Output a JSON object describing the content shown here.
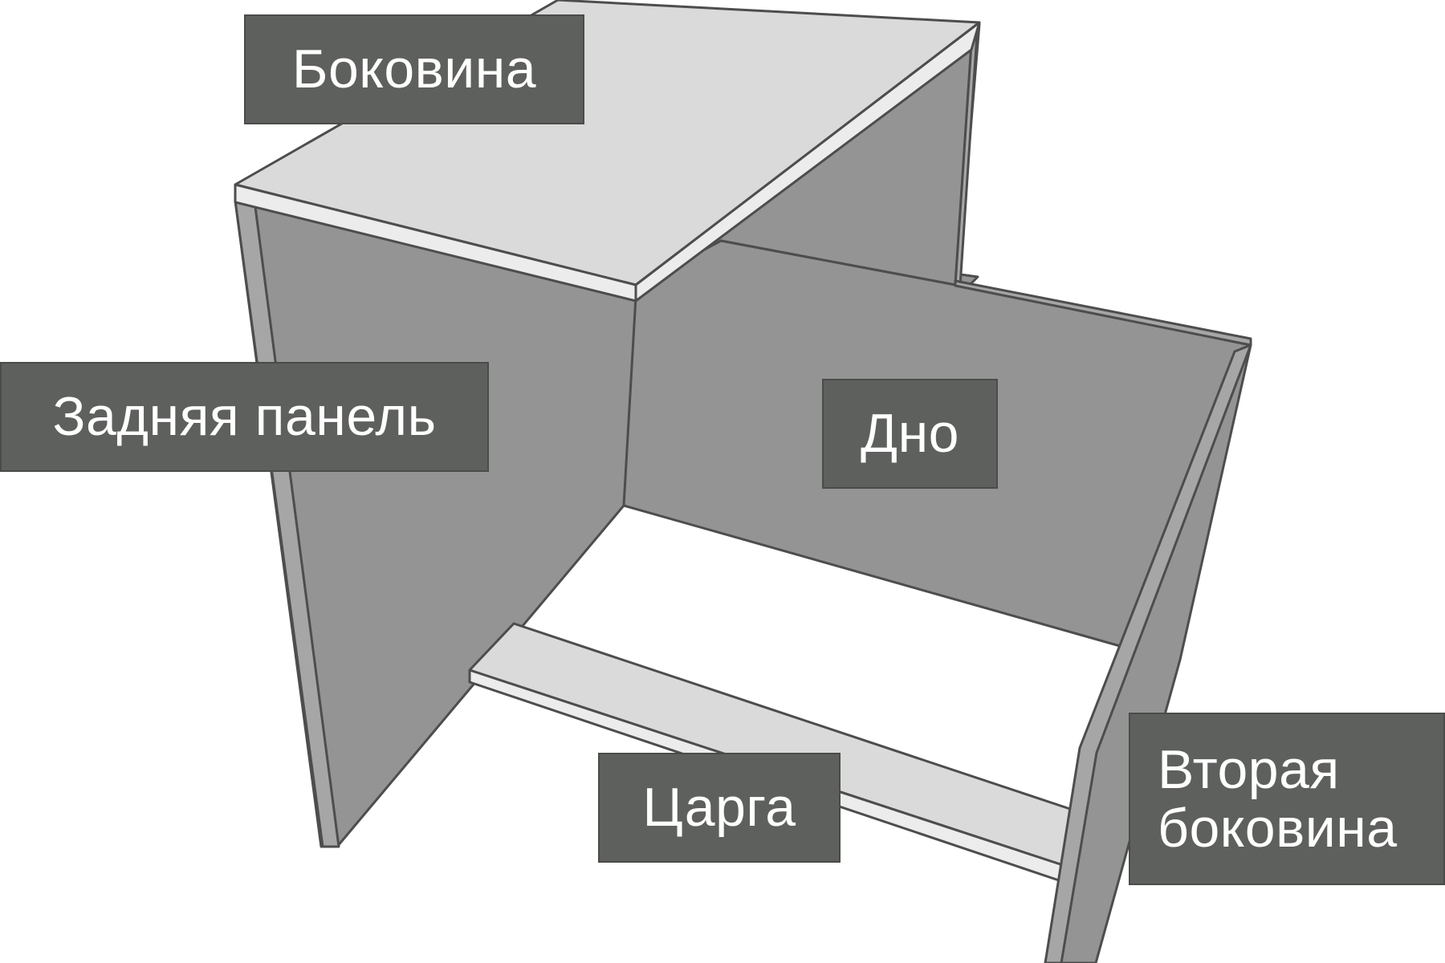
{
  "colors": {
    "panel_dark": "#949494",
    "panel_edge": "#a6a6a6",
    "panel_light": "#dadada",
    "outline": "#4d4d4d",
    "label_background": "#5e605d",
    "label_text": "#ffffff"
  },
  "labels": {
    "side": "Боковина",
    "back_panel": "Задняя панель",
    "bottom": "Дно",
    "rail": "Царга",
    "second_side_line1": "Вторая",
    "second_side_line2": "боковина"
  }
}
